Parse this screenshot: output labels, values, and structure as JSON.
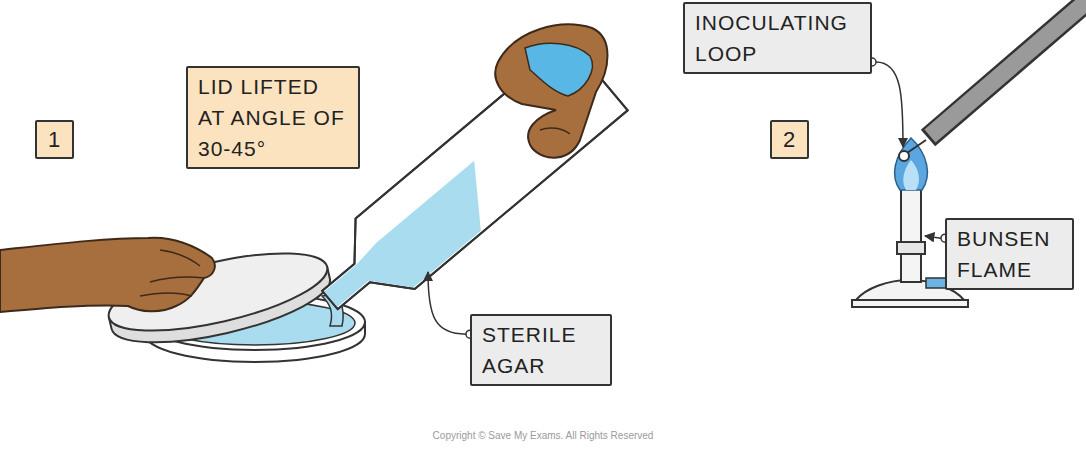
{
  "diagram": {
    "nodes": [
      {
        "text": [
          "1"
        ]
      },
      {
        "text": [
          "LID LIFTED AT ANGLE OF 30-45°"
        ]
      },
      {
        "text": [
          "STERILE AGAR"
        ]
      },
      {
        "text": [
          "INOCULATING LOOP"
        ]
      },
      {
        "text": [
          "2"
        ]
      },
      {
        "text": [
          "BUNSEN FLAME"
        ]
      }
    ],
    "labels": [
      "Copyright © Save My Exams. All Rights Reserved"
    ]
  }
}
